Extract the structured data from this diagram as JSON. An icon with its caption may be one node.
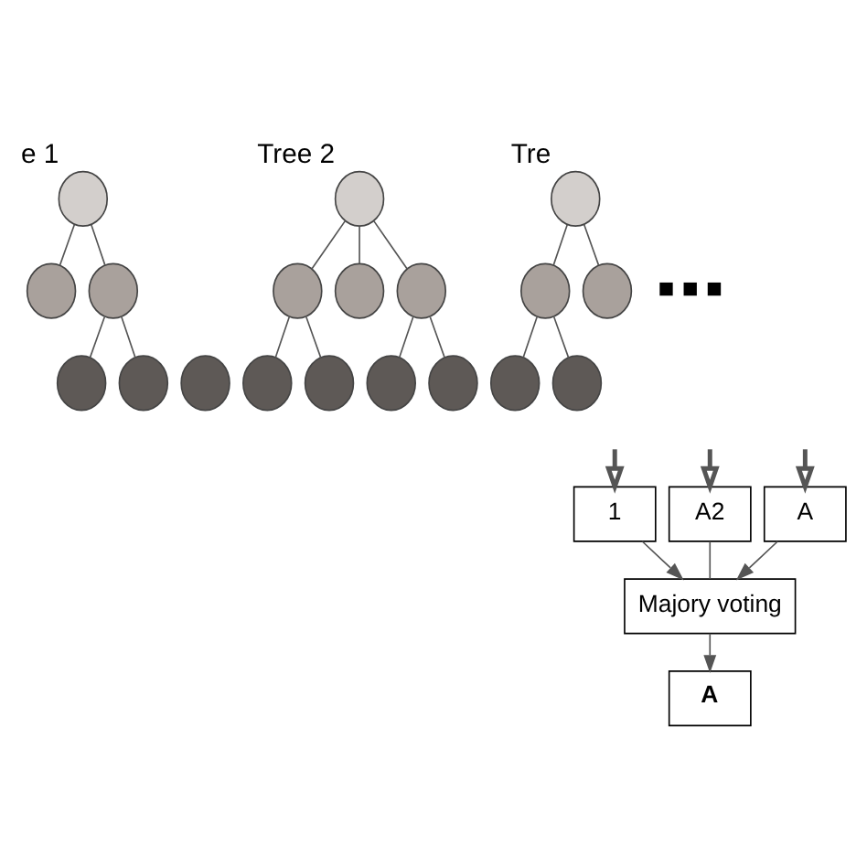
{
  "diagram": {
    "nodes": [
      {
        "text": [],
        "shape": "circle",
        "beside": [
          "e 1"
        ]
      },
      {
        "text": [],
        "shape": "circle"
      },
      {
        "text": [],
        "shape": "circle"
      },
      {
        "text": [],
        "shape": "circle"
      },
      {
        "text": [],
        "shape": "circle"
      },
      {
        "text": [],
        "shape": "circle"
      },
      {
        "text": [],
        "shape": "circle",
        "beside": [
          "Tree 2"
        ]
      },
      {
        "text": [],
        "shape": "circle"
      },
      {
        "text": [],
        "shape": "circle"
      },
      {
        "text": [],
        "shape": "circle"
      },
      {
        "text": [],
        "shape": "circle"
      },
      {
        "text": [],
        "shape": "circle"
      },
      {
        "text": [],
        "shape": "circle"
      },
      {
        "text": [],
        "shape": "circle"
      },
      {
        "text": [],
        "shape": "circle",
        "beside": [
          "Tre"
        ]
      },
      {
        "text": [],
        "shape": "circle"
      },
      {
        "text": [],
        "shape": "circle"
      },
      {
        "text": [],
        "shape": "circle"
      },
      {
        "text": [],
        "shape": "circle"
      },
      {
        "text": [
          "1"
        ]
      },
      {
        "text": [
          "A2"
        ]
      },
      {
        "text": [
          "A"
        ]
      },
      {
        "text": [
          "Majory voting"
        ]
      },
      {
        "text": [
          "A"
        ]
      }
    ],
    "edges": [
      {
        "from": 0,
        "to": 1,
        "arrow": "none"
      },
      {
        "from": 0,
        "to": 2,
        "arrow": "none"
      },
      {
        "from": 2,
        "to": 4,
        "arrow": "none"
      },
      {
        "from": 2,
        "to": 5,
        "arrow": "none"
      },
      {
        "from": 6,
        "to": 7,
        "arrow": "none"
      },
      {
        "from": 6,
        "to": 8,
        "arrow": "none"
      },
      {
        "from": 6,
        "to": 9,
        "arrow": "none"
      },
      {
        "from": 7,
        "to": 10,
        "arrow": "none"
      },
      {
        "from": 7,
        "to": 11,
        "arrow": "none"
      },
      {
        "from": 9,
        "to": 12,
        "arrow": "none"
      },
      {
        "from": 9,
        "to": 13,
        "arrow": "none"
      },
      {
        "from": 14,
        "to": 15,
        "arrow": "none"
      },
      {
        "from": 14,
        "to": 16,
        "arrow": "none"
      },
      {
        "from": 15,
        "to": 17,
        "arrow": "none"
      },
      {
        "from": 15,
        "to": 18,
        "arrow": "none"
      },
      {
        "from": null,
        "to": 19,
        "arrow": "to",
        "style": "thick"
      },
      {
        "from": null,
        "to": 20,
        "arrow": "to",
        "style": "thick"
      },
      {
        "from": null,
        "to": 21,
        "arrow": "to",
        "style": "thick"
      },
      {
        "from": 19,
        "to": 22,
        "arrow": "to"
      },
      {
        "from": 20,
        "to": 22,
        "arrow": "none"
      },
      {
        "from": 21,
        "to": 22,
        "arrow": "to"
      },
      {
        "from": 22,
        "to": 23,
        "arrow": "to"
      }
    ],
    "labels": [
      "■ ■ ■"
    ]
  }
}
